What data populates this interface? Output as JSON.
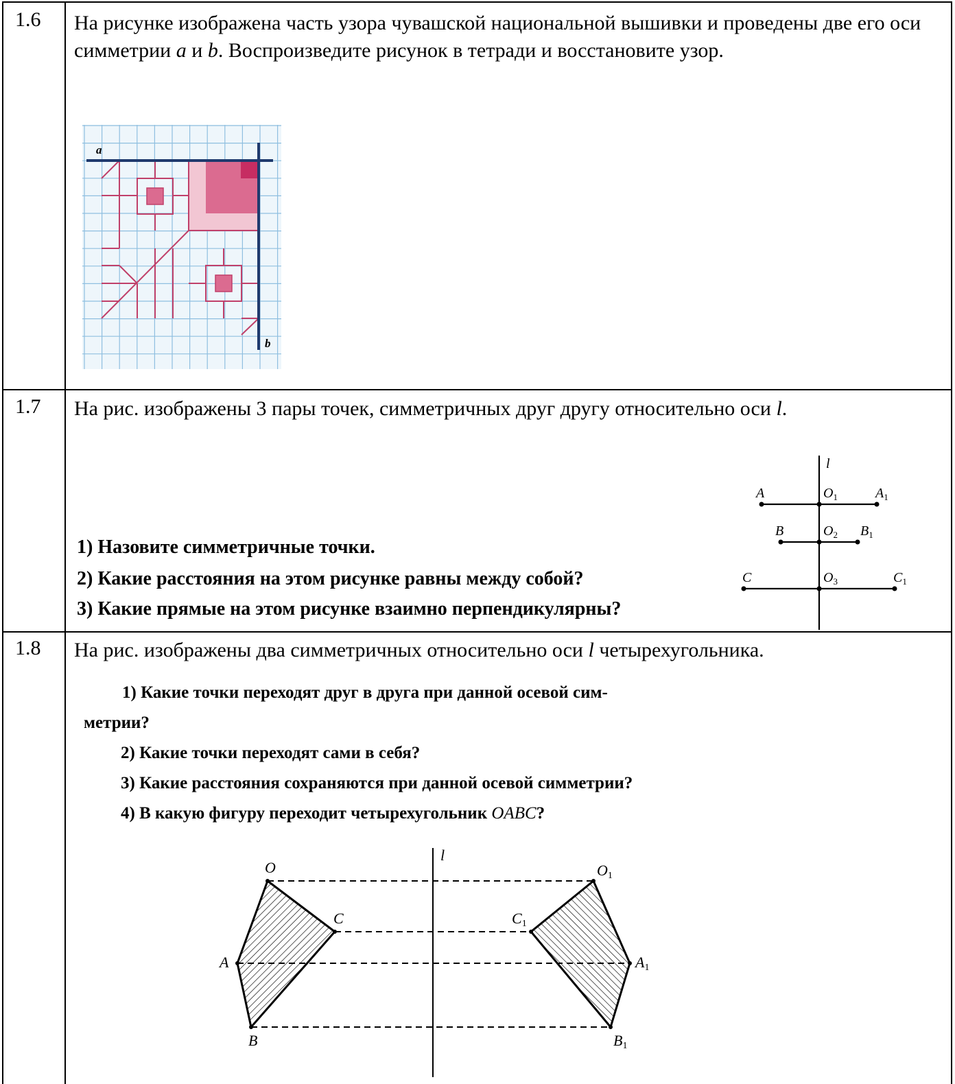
{
  "rows": [
    {
      "number": "1.6",
      "text_parts": [
        "На рисунке изображена часть узора чувашской национальной вышивки и проведены две его оси симметрии ",
        "a",
        " и ",
        "b",
        ". Воспроизведите рисунок в тетради и восстановите узор."
      ],
      "figure": {
        "axis_a": "a",
        "axis_b": "b",
        "colors": {
          "grid": "#8fbfe0",
          "axis": "#1f3a6e",
          "pattern": "#c0406a",
          "fill_light": "#f2c6d3",
          "fill_mid": "#db6b90",
          "fill_dark": "#c62d62"
        }
      }
    },
    {
      "number": "1.7",
      "text_parts": [
        "На рис. изображены 3 пары точек, симметричных друг другу относительно оси ",
        "l",
        "."
      ],
      "questions": [
        "1) Назовите симметричные точки.",
        "2) Какие расстояния на этом рисунке равны между собой?",
        "3) Какие прямые на этом рисунке взаимно перпендикулярны?"
      ],
      "figure": {
        "axis": "l",
        "labels": {
          "A": "A",
          "A1": "A",
          "B": "B",
          "B1": "B",
          "C": "C",
          "C1": "C",
          "O1": "O",
          "O2": "O",
          "O3": "O"
        },
        "subscripts": {
          "one": "1",
          "two": "2",
          "three": "3"
        }
      }
    },
    {
      "number": "1.8",
      "text_parts": [
        "На рис. изображены два симметричных относительно оси ",
        "l",
        " четырехугольника."
      ],
      "questions": [
        "1) Какие точки переходят друг в друга при данной осевой сим-",
        "метрии?",
        "2) Какие точки переходят сами в себя?",
        "3) Какие расстояния сохраняются при данной осевой симметрии?",
        "4) В какую фигуру переходит четырехугольник ",
        "OABC",
        "?"
      ],
      "figure": {
        "axis": "l",
        "labels": {
          "O": "O",
          "A": "A",
          "B": "B",
          "C": "C",
          "O1": "O",
          "A1": "A",
          "B1": "B",
          "C1": "C"
        },
        "subscript": "1"
      }
    }
  ]
}
